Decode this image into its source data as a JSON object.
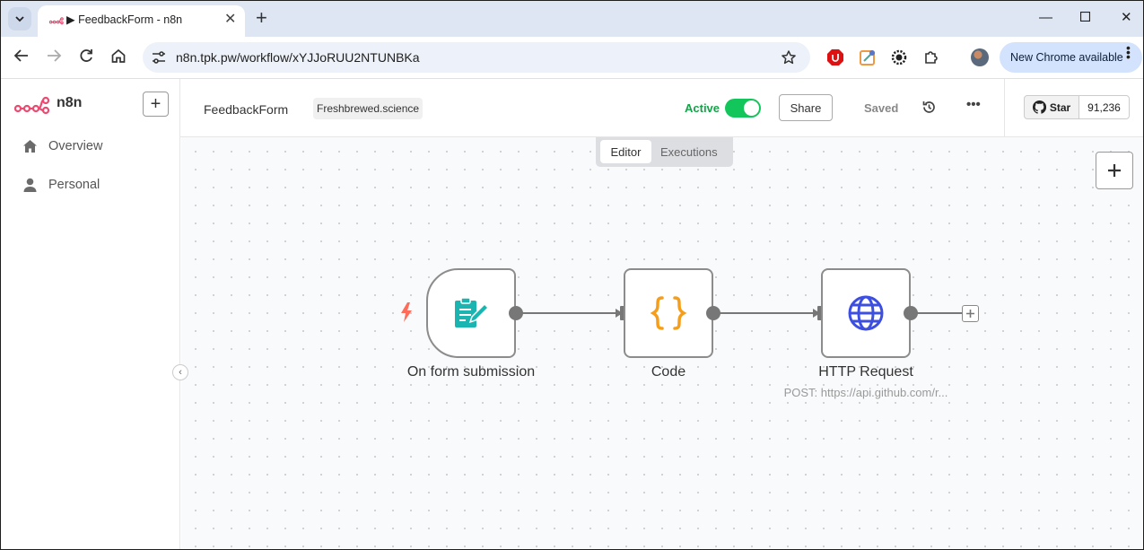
{
  "browser": {
    "tab_title": "FeedbackForm - n8n",
    "address": "n8n.tpk.pw/workflow/xYJJoRUU2NTUNBKa",
    "chrome_update_label": "New Chrome available",
    "accent_color": "#d3e3fd"
  },
  "app": {
    "brand": "n8n",
    "brand_color": "#ea4b71",
    "sidebar": {
      "items": [
        {
          "label": "Overview",
          "icon": "home-icon"
        },
        {
          "label": "Personal",
          "icon": "user-icon"
        }
      ]
    },
    "header": {
      "workflow_name": "FeedbackForm",
      "tag": "Freshbrewed.science",
      "active_label": "Active",
      "active": true,
      "share_label": "Share",
      "save_status": "Saved",
      "github_star_label": "Star",
      "github_star_count": "91,236"
    },
    "canvas_tabs": {
      "editor": "Editor",
      "executions": "Executions",
      "selected": "Editor"
    },
    "nodes": [
      {
        "name": "On form submission",
        "icon": "form-icon",
        "color": "#1ab5b0",
        "trigger": true
      },
      {
        "name": "Code",
        "icon": "code-braces-icon",
        "color": "#f59e1b"
      },
      {
        "name": "HTTP Request",
        "icon": "globe-icon",
        "color": "#3d4fe0",
        "subtitle": "POST: https://api.github.com/r..."
      }
    ]
  }
}
